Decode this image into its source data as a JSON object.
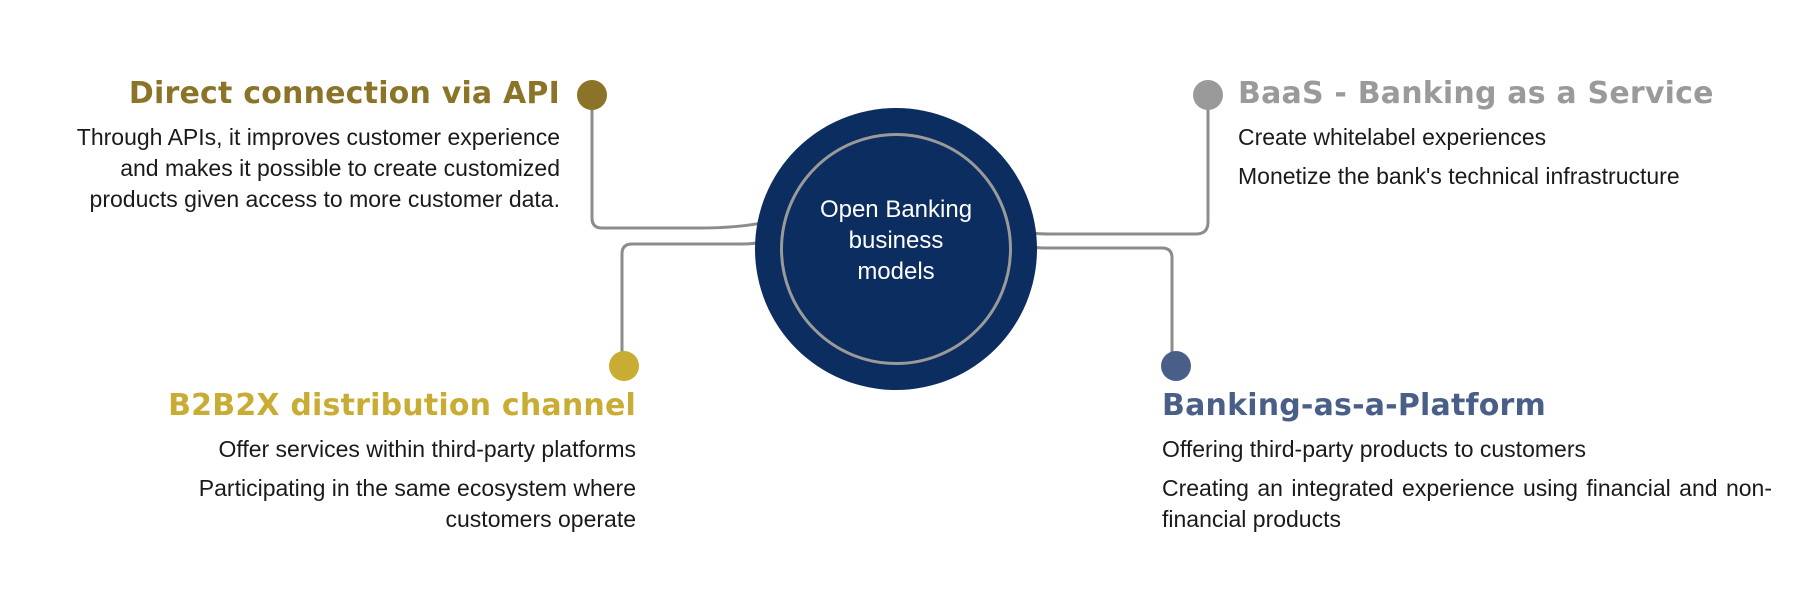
{
  "hub": {
    "label_lines": [
      "Open Banking",
      "business",
      "models"
    ],
    "color": "#0c2d5f"
  },
  "models": {
    "api": {
      "title": "Direct connection via API",
      "color": "#8b7428",
      "paragraphs": [
        "Through APIs, it improves customer experience and makes it possible to create customized products given access to more customer data."
      ]
    },
    "baas": {
      "title": "BaaS - Banking as a Service",
      "color": "#9a9a9a",
      "paragraphs": [
        "Create whitelabel experiences",
        "Monetize the bank's technical infrastructure"
      ]
    },
    "b2b2x": {
      "title": "B2B2X distribution channel",
      "color": "#c9ac33",
      "paragraphs": [
        "Offer services within third-party platforms",
        "Participating in the same ecosystem where customers operate"
      ]
    },
    "baap": {
      "title": "Banking-as-a-Platform",
      "color": "#4a5f88",
      "paragraphs": [
        "Offering third-party products to customers",
        "Creating an integrated experience using financial and non-financial products"
      ]
    }
  },
  "connector_color": "#8c8c8c"
}
